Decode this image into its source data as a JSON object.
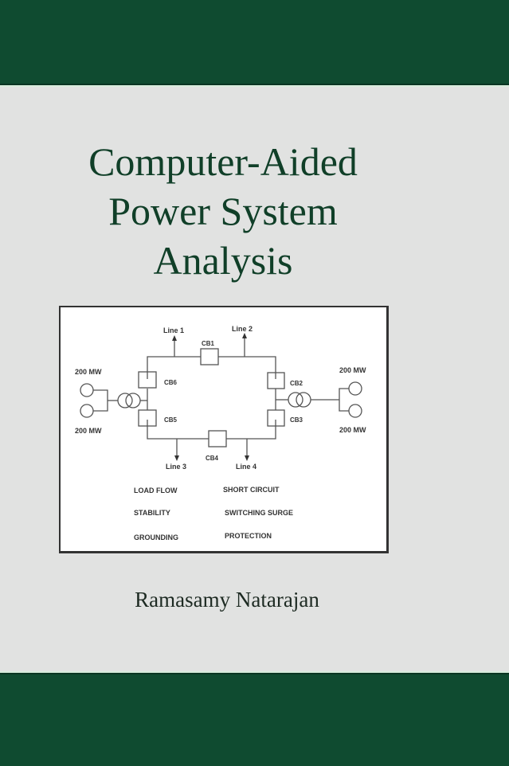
{
  "cover": {
    "title_lines": [
      "Computer-Aided",
      "Power System",
      "Analysis"
    ],
    "author": "Ramasamy Natarajan",
    "colors": {
      "band": "#0f4b30",
      "background": "#e1e2e1",
      "title": "#103f28"
    }
  },
  "diagram": {
    "lines": [
      "Line 1",
      "Line 2",
      "Line 3",
      "Line 4"
    ],
    "breakers": [
      "CB1",
      "CB2",
      "CB3",
      "CB4",
      "CB5",
      "CB6"
    ],
    "generators": {
      "left_top": "200 MW",
      "left_bottom": "200 MW",
      "right_top": "200 MW",
      "right_bottom": "200 MW"
    },
    "topics": {
      "left": [
        "LOAD FLOW",
        "STABILITY",
        "GROUNDING"
      ],
      "right": [
        "SHORT CIRCUIT",
        "SWITCHING SURGE",
        "PROTECTION"
      ]
    }
  }
}
